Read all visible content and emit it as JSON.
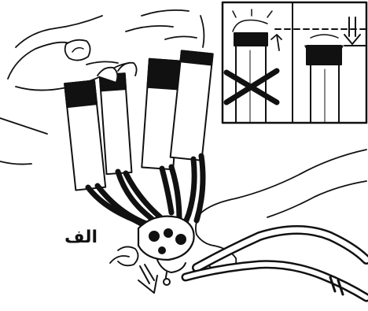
{
  "figure": {
    "label": "الف",
    "colors": {
      "ink": "#111111",
      "paper": "#ffffff"
    },
    "inset": {
      "panels": [
        {
          "name": "incorrect-position",
          "mark": "cross"
        },
        {
          "name": "correct-position",
          "mark": "down-arrow"
        }
      ]
    }
  }
}
